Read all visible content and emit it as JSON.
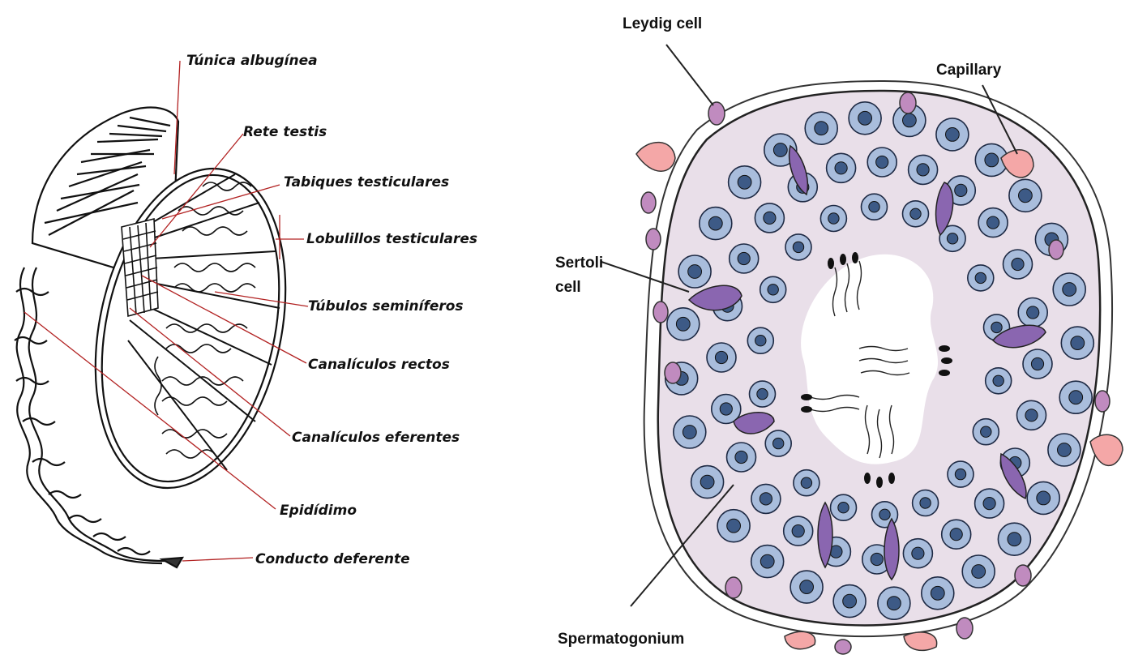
{
  "left_diagram": {
    "labels": [
      "Túnica albugínea",
      "Rete testis",
      "Tabiques testiculares",
      "Lobulillos testiculares",
      "Túbulos seminíferos",
      "Canalículos rectos",
      "Canalículos eferentes",
      "Epidídimo",
      "Conducto deferente"
    ]
  },
  "right_diagram": {
    "labels": {
      "leydig": "Leydig cell",
      "capillary": "Capillary",
      "sertoli_line1": "Sertoli",
      "sertoli_line2": "cell",
      "spermatogonium": "Spermatogonium"
    }
  },
  "colors": {
    "leader_line": "#b22222",
    "lumen_fill": "#e9dfe9",
    "cell_fill": "#a9bddc",
    "nucleus_fill": "#3d5a86",
    "sertoli_fill": "#8a66b0",
    "capillary_fill": "#f4a7a7",
    "leydig_fill": "#c08bbf"
  }
}
